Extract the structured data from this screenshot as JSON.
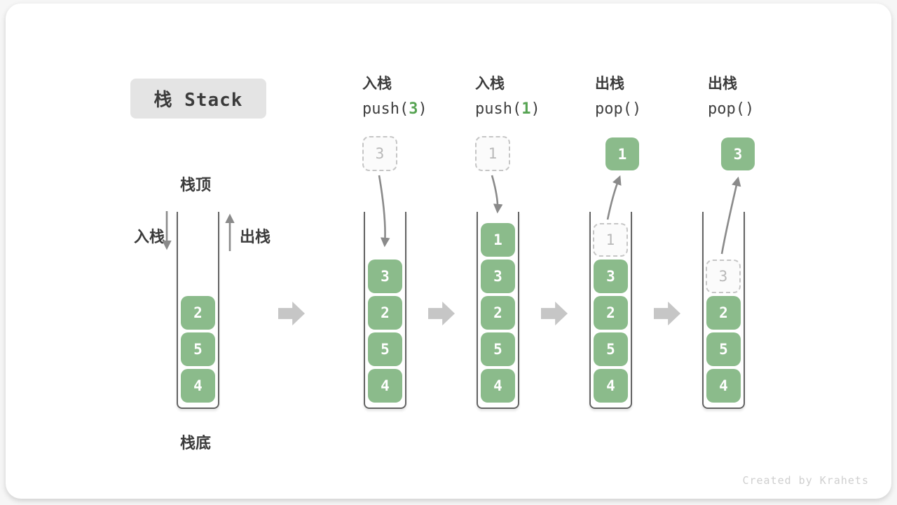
{
  "title": "栈 Stack",
  "footer": "Created by Krahets",
  "labels": {
    "stack_top": "栈顶",
    "stack_bottom": "栈底",
    "push_in": "入栈",
    "pop_out": "出栈"
  },
  "ops": [
    {
      "name": "入栈",
      "code_pre": "push(",
      "code_arg": "3",
      "code_post": ")"
    },
    {
      "name": "入栈",
      "code_pre": "push(",
      "code_arg": "1",
      "code_post": ")"
    },
    {
      "name": "出栈",
      "code_pre": "pop()",
      "code_arg": "",
      "code_post": ""
    },
    {
      "name": "出栈",
      "code_pre": "pop()",
      "code_arg": "",
      "code_post": ""
    }
  ],
  "floats": [
    {
      "value": "3",
      "style": "dashed"
    },
    {
      "value": "1",
      "style": "dashed"
    },
    {
      "value": "1",
      "style": "solid"
    },
    {
      "value": "3",
      "style": "solid"
    }
  ],
  "ghosts": [
    {
      "value": "1"
    },
    {
      "value": "3"
    }
  ],
  "stacks": [
    {
      "elements": [
        "2",
        "5",
        "4"
      ]
    },
    {
      "elements": [
        "3",
        "2",
        "5",
        "4"
      ]
    },
    {
      "elements": [
        "1",
        "3",
        "2",
        "5",
        "4"
      ]
    },
    {
      "elements": [
        "3",
        "2",
        "5",
        "4"
      ]
    },
    {
      "elements": [
        "2",
        "5",
        "4"
      ]
    }
  ],
  "colors": {
    "element_green": "#8bbb8b",
    "code_green": "#56a352",
    "arrow_gray": "#8a8a8a",
    "block_arrow_gray": "#c6c6c6",
    "badge_gray": "#e4e4e4"
  }
}
